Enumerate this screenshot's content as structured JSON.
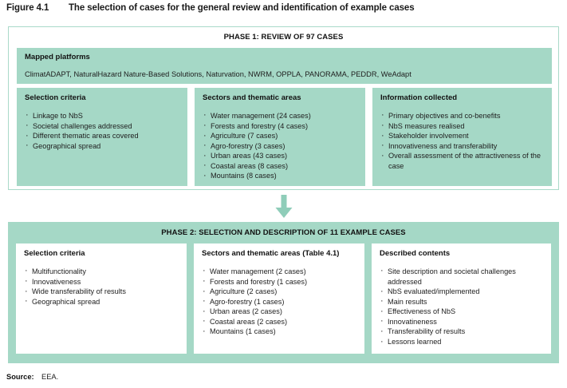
{
  "figure": {
    "number": "Figure 4.1",
    "title": "The selection of cases for the general review and identification of example cases"
  },
  "colors": {
    "teal_fill": "#a5d8c6",
    "teal_border": "#a9dac9",
    "arrow": "#8fcdb9",
    "text": "#1e1e1e"
  },
  "phase1": {
    "header": "PHASE 1: REVIEW OF 97 CASES",
    "mapped_platforms": {
      "heading": "Mapped platforms",
      "text": "ClimatADAPT, NaturalHazard Nature-Based Solutions, Naturvation, NWRM, OPPLA, PANORAMA, PEDDR, WeAdapt"
    },
    "cards": [
      {
        "title": "Selection criteria",
        "items": [
          "Linkage to NbS",
          "Societal challenges addressed",
          "Different thematic areas covered",
          "Geographical spread"
        ]
      },
      {
        "title": "Sectors and thematic areas",
        "items": [
          "Water management (24 cases)",
          "Forests and forestry (4 cases)",
          "Agriculture (7 cases)",
          "Agro-forestry (3 cases)",
          "Urban areas (43 cases)",
          "Coastal areas (8 cases)",
          "Mountains (8 cases)"
        ]
      },
      {
        "title": "Information collected",
        "items": [
          "Primary objectives and co-benefits",
          "NbS measures realised",
          "Stakeholder involvement",
          "Innovativeness and transferability",
          "Overall assessment of the attractiveness of the case"
        ]
      }
    ]
  },
  "arrow": {
    "icon": "arrow-down-icon",
    "direction": "down"
  },
  "phase2": {
    "header": "PHASE 2: SELECTION AND DESCRIPTION OF 11 EXAMPLE CASES",
    "cards": [
      {
        "title": "Selection criteria",
        "items": [
          "Multifunctionality",
          "Innovativeness",
          "Wide transferability of results",
          "Geographical spread"
        ]
      },
      {
        "title": "Sectors and thematic areas (Table 4.1)",
        "items": [
          "Water management (2 cases)",
          "Forests and forestry (1 cases)",
          "Agriculture (2 cases)",
          "Agro-forestry (1 cases)",
          "Urban areas (2 cases)",
          "Coastal areas (2 cases)",
          "Mountains (1 cases)"
        ]
      },
      {
        "title": "Described contents",
        "items": [
          "Site description and societal challenges addressed",
          "NbS evaluated/implemented",
          "Main results",
          "Effectiveness of NbS",
          "Innovatineness",
          "Transferability of results",
          "Lessons learned"
        ]
      }
    ]
  },
  "source": {
    "label": "Source:",
    "value": "EEA."
  }
}
